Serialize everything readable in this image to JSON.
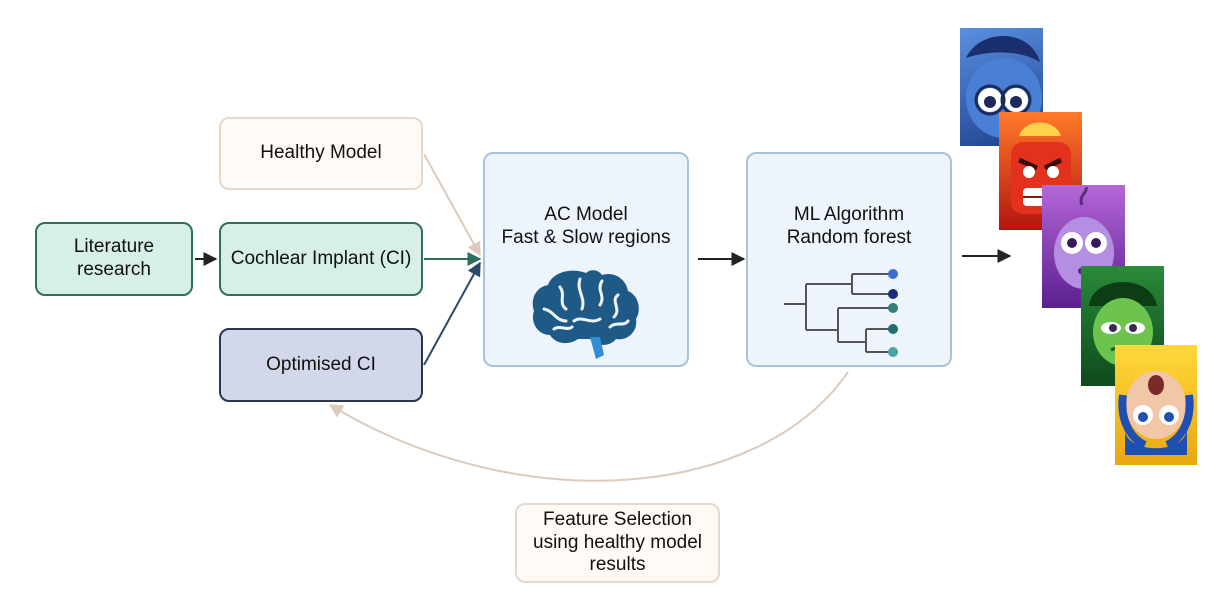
{
  "boxes": {
    "literature": [
      "Literature",
      "research"
    ],
    "ci": [
      "Cochlear Implant (CI)"
    ],
    "healthy": [
      "Healthy Model"
    ],
    "optimised": [
      "Optimised CI"
    ],
    "ac_model": [
      "AC Model",
      "Fast & Slow regions"
    ],
    "ml": [
      "ML Algorithm",
      "Random forest"
    ],
    "feature": [
      "Feature Selection",
      "using healthy model",
      "results"
    ]
  },
  "icons": {
    "ac_model": "brain-icon",
    "ml": "decision-tree-icon"
  },
  "posters": [
    {
      "name": "sadness-poster",
      "color": "#3f6fc4"
    },
    {
      "name": "anger-poster",
      "color": "#d6331f"
    },
    {
      "name": "fear-poster",
      "color": "#8d4fc2"
    },
    {
      "name": "disgust-poster",
      "color": "#2f9a4a"
    },
    {
      "name": "joy-poster",
      "color": "#f2c21a"
    }
  ],
  "colors": {
    "teal_arrow": "#2e6e5c",
    "navy_arrow": "#2b4a6b",
    "beige_arrow": "#dccbbd",
    "brain": "#1f5a86",
    "tree_dots": [
      "#3d6fd1",
      "#1b2c78",
      "#2f7f7a",
      "#1f6e6e",
      "#4aa3a0"
    ]
  }
}
